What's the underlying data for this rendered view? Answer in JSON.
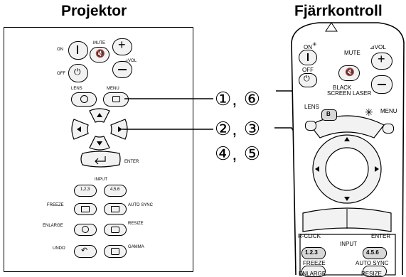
{
  "titles": {
    "projector": "Projektor",
    "remote": "Fjärrkontroll"
  },
  "projector": {
    "on": "ON",
    "mute": "MUTE",
    "vol": "⊿VOL",
    "off": "OFF",
    "lens": "LENS",
    "menu": "MENU",
    "enter": "ENTER",
    "input": "INPUT",
    "in123": "1,2,3",
    "in456": "4,5,6",
    "freeze": "FREEZE",
    "auto_sync": "AUTO SYNC",
    "enlarge": "ENLARGE",
    "resize": "RESIZE",
    "undo": "UNDO",
    "gamma": "GAMMA"
  },
  "callouts": {
    "first": "①, ⑥",
    "second": "②, ③",
    "third": "④, ⑤"
  },
  "remote": {
    "on": "ON",
    "mute": "MUTE",
    "vol": "⊿VOL",
    "off": "OFF",
    "black_screen": "BLACK",
    "screen": "SCREEN",
    "laser": "LASER",
    "lens": "LENS",
    "menu": "MENU",
    "rclick": "R-CLICK",
    "enter": "ENTER",
    "input": "INPUT",
    "in123": "1.2.3",
    "in456": "4.5.6",
    "freeze": "FREEZE",
    "auto_sync": "AUTO SYNC",
    "enlarge": "ENLARGE",
    "resize": "RESIZE"
  },
  "colors": {
    "line": "#000000",
    "button_fill": "#f2f2f2",
    "button_dark": "#d8d8d8"
  }
}
